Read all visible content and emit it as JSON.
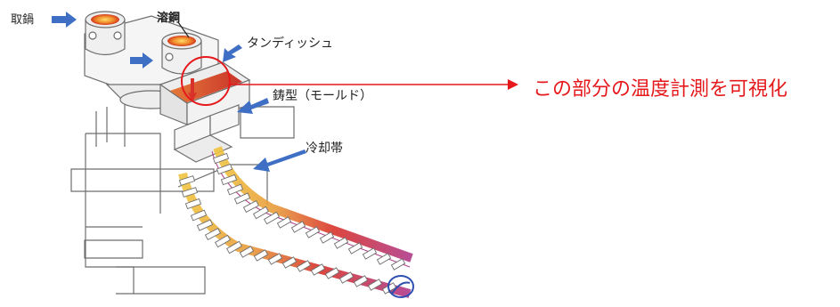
{
  "labels": {
    "ladle": "取鍋",
    "molten_steel": "溶鋼",
    "tundish": "タンディッシュ",
    "mold": "鋳型（モールド）",
    "cooling_zone": "冷却帯",
    "callout": "この部分の温度計測を可視化"
  },
  "colors": {
    "arrow_blue": "#3f6fc4",
    "callout_red": "#e5191c",
    "machine_line": "#6e6e6e",
    "hot_strand": "#d8322a",
    "warm_strand": "#e9a33a",
    "cool_strand": "#8a6fc0"
  }
}
